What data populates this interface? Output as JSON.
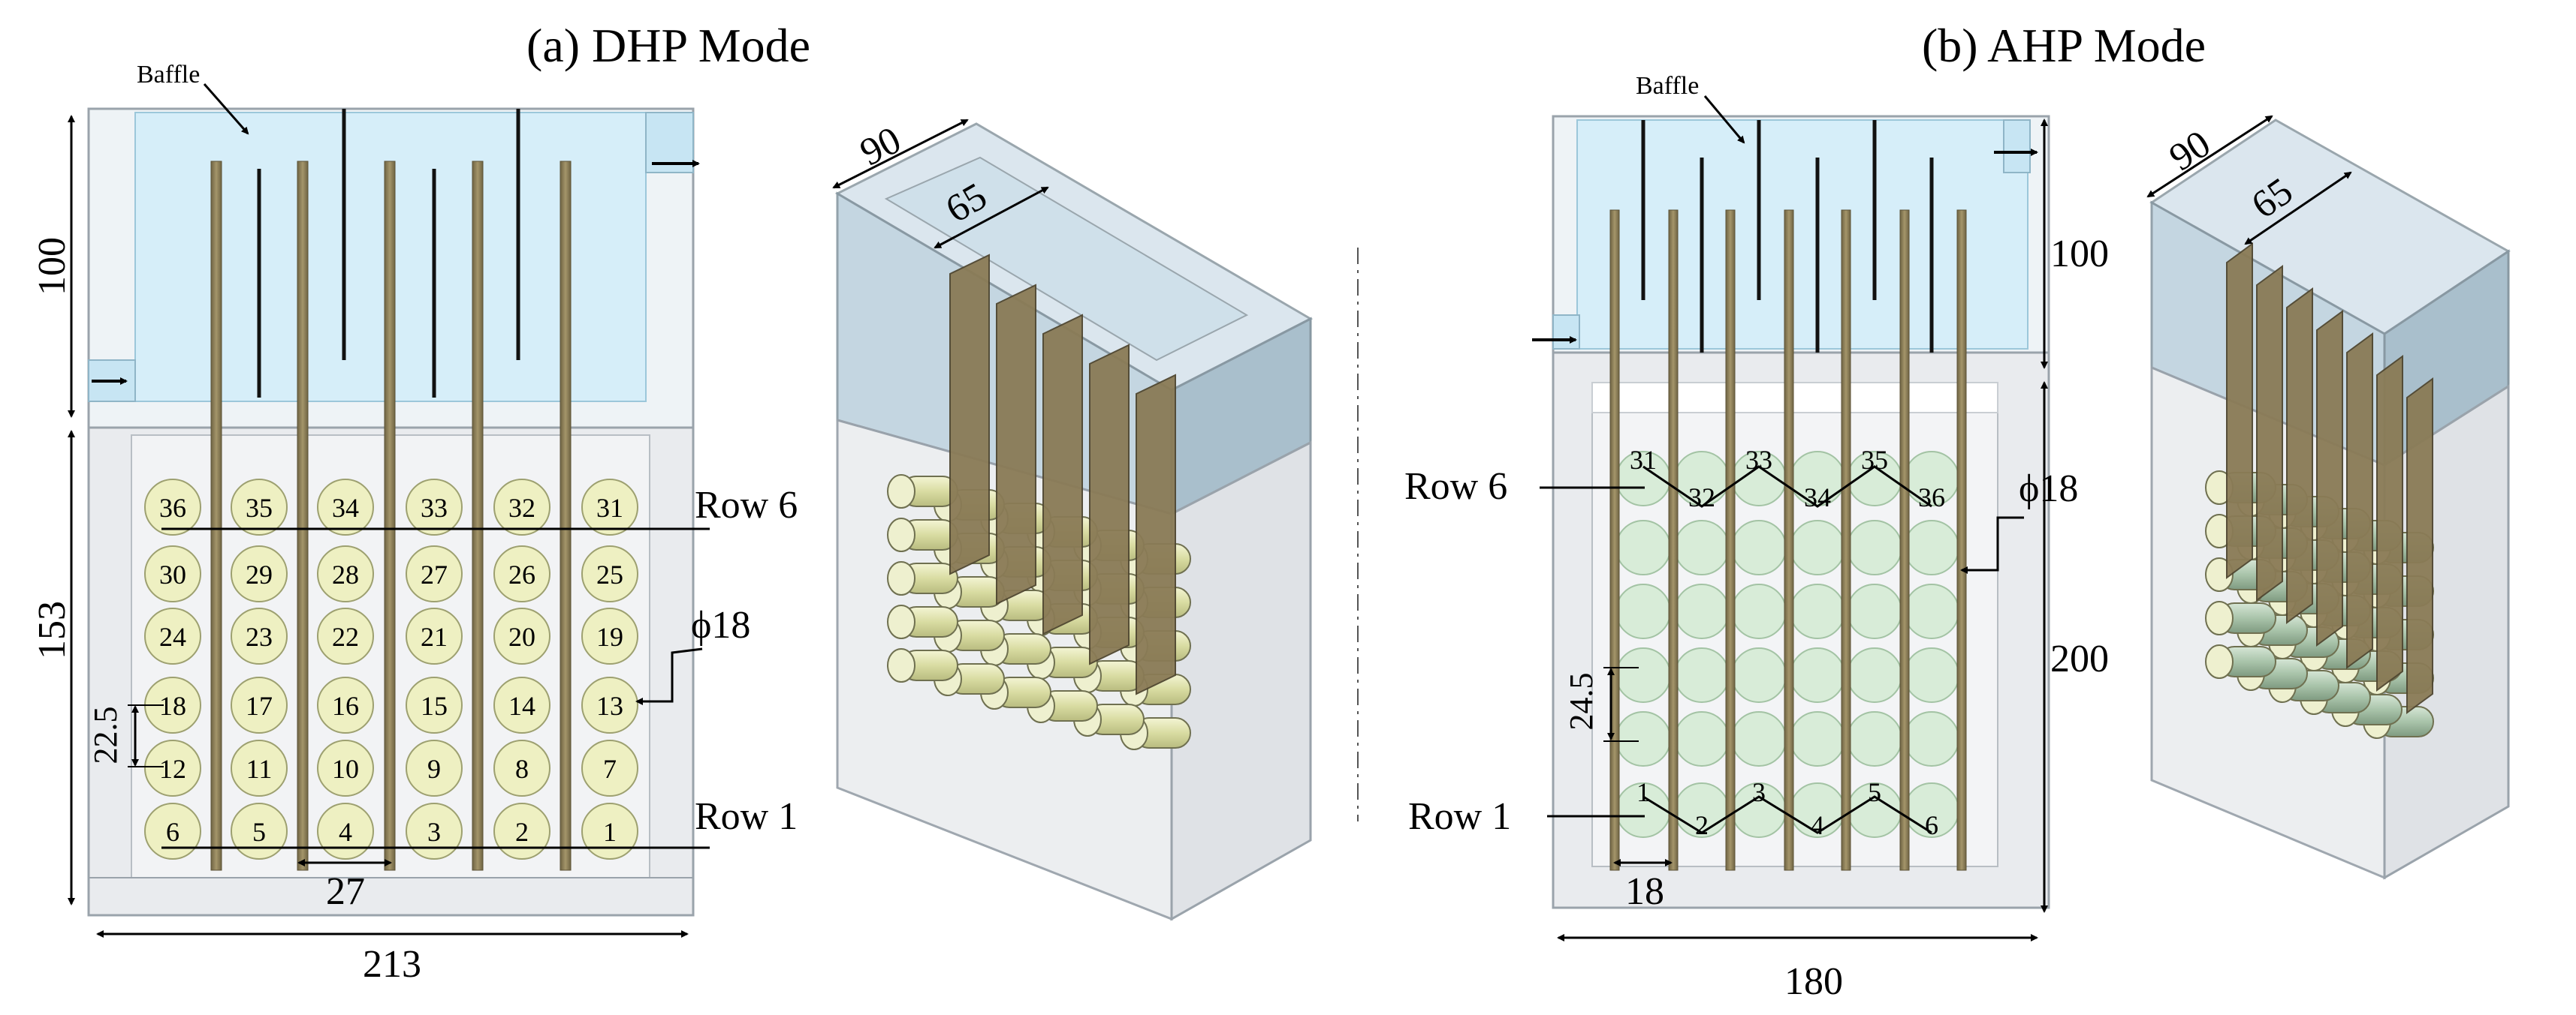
{
  "panel_a": {
    "title": "(a) DHP Mode",
    "baffle_label": "Baffle",
    "dim_top_height": "100",
    "dim_bottom_height": "153",
    "dim_width": "213",
    "dim_pitch": "27",
    "dim_row_spacing": "22.5",
    "diameter": "ϕ18",
    "row_top_label": "Row 6",
    "row_bottom_label": "Row 1",
    "iso_dim_outer": "90",
    "iso_dim_inner": "65",
    "cell_rows": [
      [
        "36",
        "35",
        "34",
        "33",
        "32",
        "31"
      ],
      [
        "30",
        "29",
        "28",
        "27",
        "26",
        "25"
      ],
      [
        "24",
        "23",
        "22",
        "21",
        "20",
        "19"
      ],
      [
        "18",
        "17",
        "16",
        "15",
        "14",
        "13"
      ],
      [
        "12",
        "11",
        "10",
        "9",
        "8",
        "7"
      ],
      [
        "6",
        "5",
        "4",
        "3",
        "2",
        "1"
      ]
    ]
  },
  "panel_b": {
    "title": "(b) AHP Mode",
    "baffle_label": "Baffle",
    "dim_top_height": "100",
    "dim_bottom_height": "200",
    "dim_width": "180",
    "dim_pitch": "18",
    "dim_row_spacing": "24.5",
    "diameter": "ϕ18",
    "row_top_label": "Row 6",
    "row_bottom_label": "Row 1",
    "iso_dim_outer": "90",
    "iso_dim_inner": "65",
    "row6_cells": [
      "31",
      "32",
      "33",
      "34",
      "35",
      "36"
    ],
    "row1_cells": [
      "1",
      "2",
      "3",
      "4",
      "5",
      "6"
    ]
  },
  "colors": {
    "water": "#d6eef9",
    "casing": "#e9ebee",
    "cell": "#eef0c2",
    "cell_green": "#d8ecd8",
    "rod": "#8a7b56",
    "baffle": "#111111"
  }
}
